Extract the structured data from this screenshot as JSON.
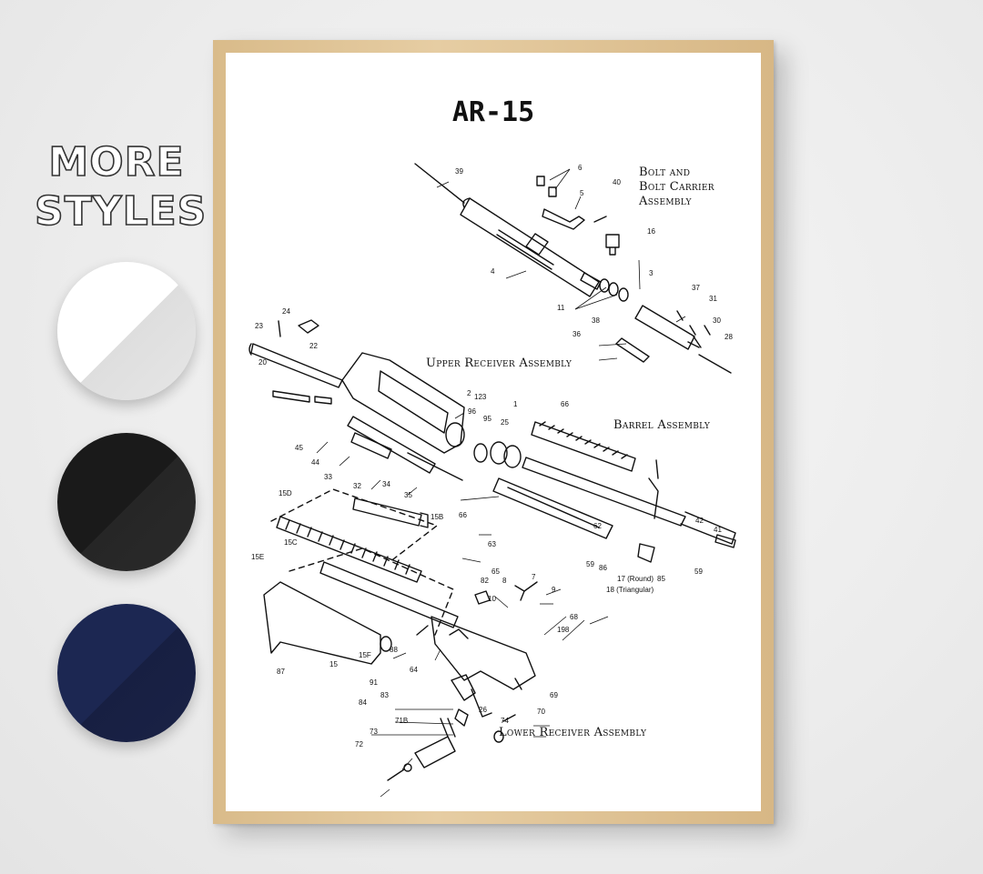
{
  "promo": {
    "line1": "MORE",
    "line2": "STYLES",
    "swatches": [
      {
        "name": "white",
        "color": "#ffffff"
      },
      {
        "name": "black",
        "color": "#1a1a1a"
      },
      {
        "name": "navy",
        "color": "#1c2752"
      }
    ]
  },
  "poster": {
    "title": "AR-15",
    "assemblies": {
      "bolt_line1": "Bolt and",
      "bolt_line2": "Bolt Carrier",
      "bolt_line3": "Assembly",
      "upper": "Upper Receiver Assembly",
      "barrel": "Barrel Assembly",
      "lower": "Lower Receiver Assembly"
    },
    "part_numbers": [
      "39",
      "6",
      "5",
      "40",
      "16",
      "4",
      "3",
      "37",
      "31",
      "11",
      "38",
      "30",
      "36",
      "28",
      "23",
      "24",
      "22",
      "20",
      "2",
      "123",
      "1",
      "66",
      "96",
      "95",
      "25",
      "45",
      "44",
      "33",
      "32",
      "34",
      "35",
      "15D",
      "15B",
      "66",
      "63",
      "62",
      "42",
      "41",
      "65",
      "59",
      "86",
      "59",
      "85",
      "17 (Round)",
      "18 (Triangular)",
      "15C",
      "15E",
      "82",
      "8",
      "7",
      "9",
      "10",
      "68",
      "198",
      "88",
      "64",
      "15F",
      "87",
      "15",
      "91",
      "83",
      "84",
      "26",
      "74",
      "69",
      "70",
      "71B",
      "73",
      "72"
    ]
  }
}
